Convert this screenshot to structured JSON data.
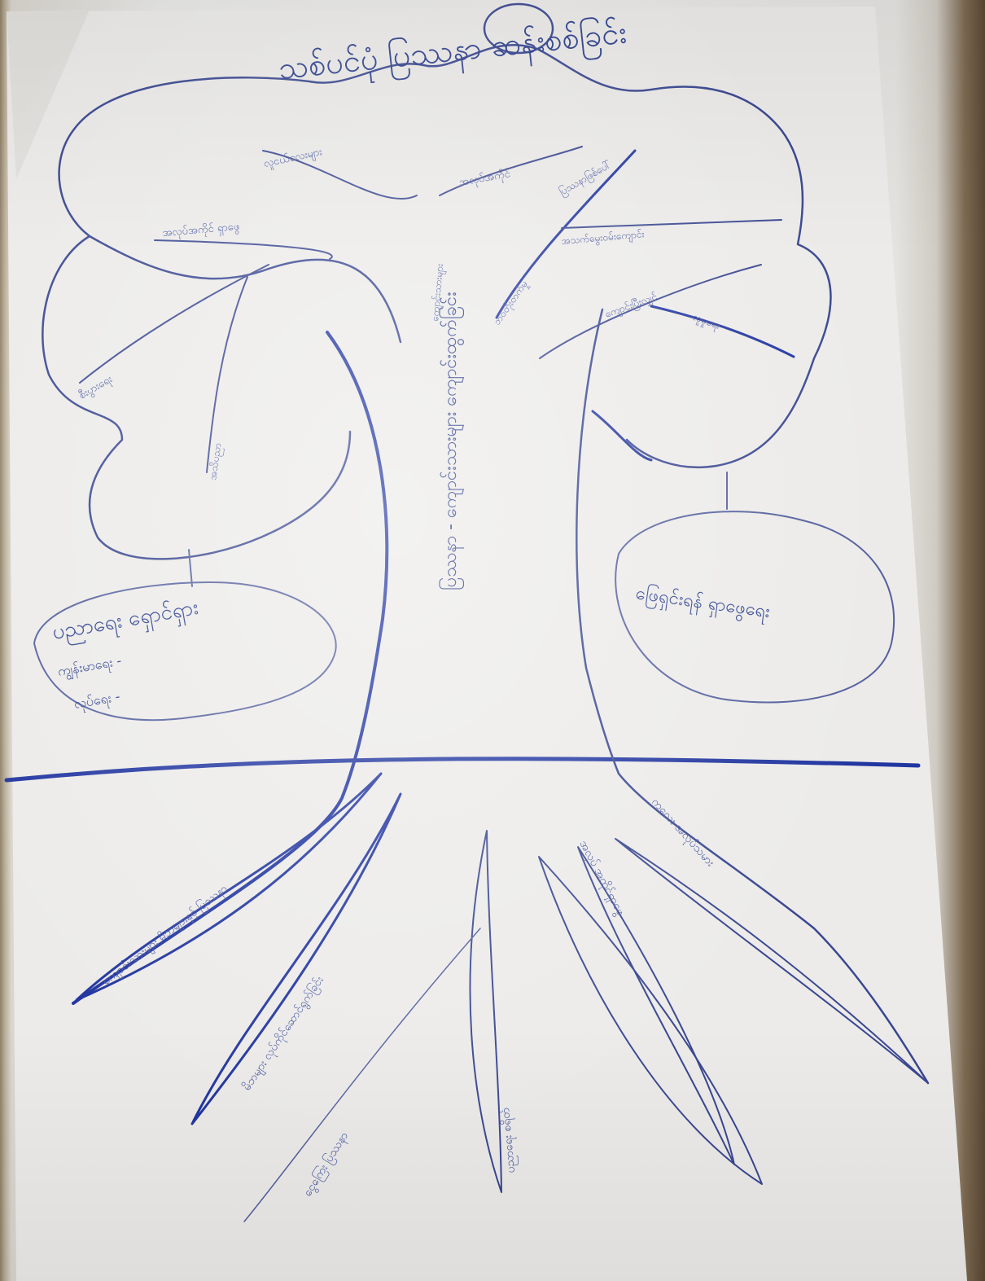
{
  "poster": {
    "title": "သစ်ပင်ပုံ ပြဿနာ ဆန်းစစ်ခြင်း",
    "trunk_label": "ပြဿနာ - ကျောင်းသားများ ကျောင်းထွက်ခြင်း",
    "left_bubble": {
      "heading": "ပညာရေး ရှောင်ရှား",
      "line1": "ကျွန်းမာရေး -",
      "line2": "လုပ်ရေး -"
    },
    "right_bubble": {
      "heading": "ဖြေရှင်းရန် ရှာဖွေရေး"
    },
    "branches": [
      "အလုပ်အကိုင် ရှာဖွေ",
      "လူငယ်လေးများ",
      "အလုပ်အကိုင်",
      "ကျောင်းသားများ",
      "အသက်မွေးဝမ်းကျောင်း",
      "ပြဿနာဖြစ်ပေါ်",
      "ဘဝတိုးတက်မှု",
      "ကျောင်းပြီးလျှင်",
      "လူမှုရေး",
      "စီးပွားရေး",
      "အသိပညာ"
    ],
    "roots": [
      "ကျောင်းသားများ မိဘများနှင့် ပြဿနာ",
      "မိဘများ လုပ်ကိုင်ဆောင်ရွက်ခြင်း",
      "ငွေကြေး ပြဿနာ",
      "ပညာရေး စရိတ်",
      "အလုပ် အကိုင်ရှာဖွေ",
      "ကလေး အလုပ်သမား"
    ]
  }
}
